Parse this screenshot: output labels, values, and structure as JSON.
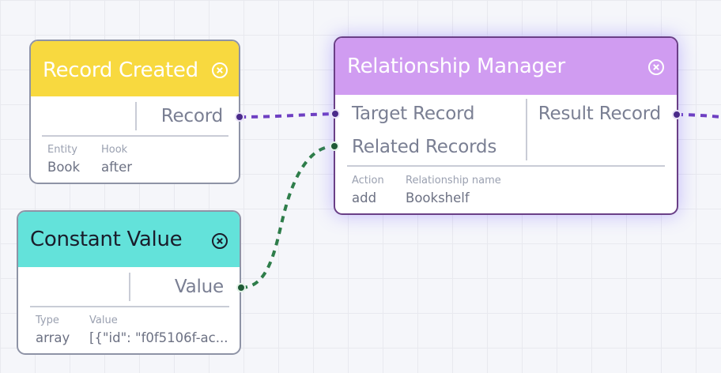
{
  "nodes": {
    "record_created": {
      "title": "Record Created",
      "output": "Record",
      "meta": [
        {
          "key": "Entity",
          "value": "Book"
        },
        {
          "key": "Hook",
          "value": "after"
        }
      ]
    },
    "constant_value": {
      "title": "Constant Value",
      "output": "Value",
      "meta": [
        {
          "key": "Type",
          "value": "array"
        },
        {
          "key": "Value",
          "value": "[{\"id\": \"f0f5106f-ac..."
        }
      ]
    },
    "relationship_manager": {
      "title": "Relationship Manager",
      "inputs": [
        "Target Record",
        "Related Records"
      ],
      "output": "Result Record",
      "meta": [
        {
          "key": "Action",
          "value": "add"
        },
        {
          "key": "Relationship name",
          "value": "Bookshelf"
        }
      ]
    }
  },
  "colors": {
    "record_header": "#f8d93f",
    "constant_header": "#63e2da",
    "relationship_header": "#d09cf1",
    "edge_record": "#6e3fc2",
    "edge_related": "#2e7d4a"
  },
  "icons": [
    "close-icon",
    "port-handle"
  ]
}
